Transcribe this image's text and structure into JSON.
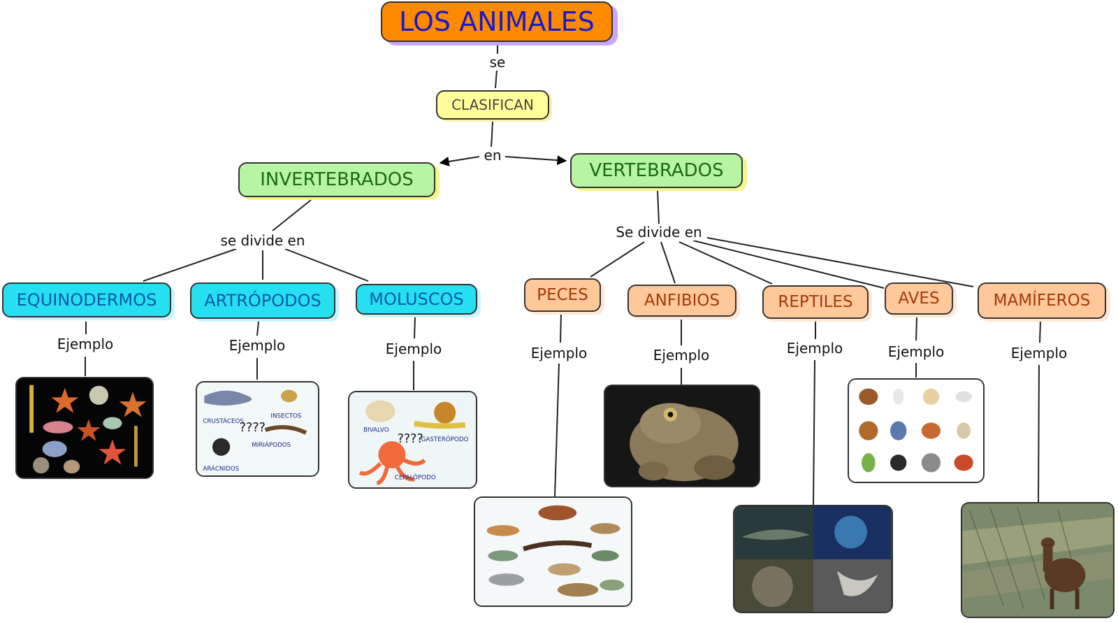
{
  "root": "LOS ANIMALES",
  "link_se": "se",
  "clasifican": "CLASIFICAN",
  "link_en": "en",
  "invertebrados": "INVERTEBRADOS",
  "vertebrados": "VERTEBRADOS",
  "link_se_divide_en_inv": "se divide en",
  "link_se_divide_en_vert": "Se divide en",
  "invert_groups": [
    "EQUINODERMOS",
    "ARTRÓPODOS",
    "MOLUSCOS"
  ],
  "vert_groups": [
    "PECES",
    "ANFIBIOS",
    "REPTILES",
    "AVES",
    "MAMÍFEROS"
  ],
  "link_ejemplo": "Ejemplo",
  "image_captions": {
    "artropodos": {
      "crustaceos": "CRUSTÁCEOS",
      "insectos": "INSECTOS",
      "miriapodos": "MIRIÁPODOS",
      "aracnidos": "ARÁCNIDOS",
      "mark": "????"
    },
    "moluscos": {
      "bivalvo": "BIVALVO",
      "gasteropodo": "GASTERÓPODO",
      "cefalopodo": "CEFALÓPODO",
      "mark": "????"
    }
  },
  "colors": {
    "root_fill": "#ff8a00",
    "root_text": "#1a1ac9",
    "green_fill": "#b7f5a5",
    "cyan_fill": "#26e0f2",
    "orange_fill": "#ffc89a",
    "clasifican_fill": "#ffff99"
  }
}
